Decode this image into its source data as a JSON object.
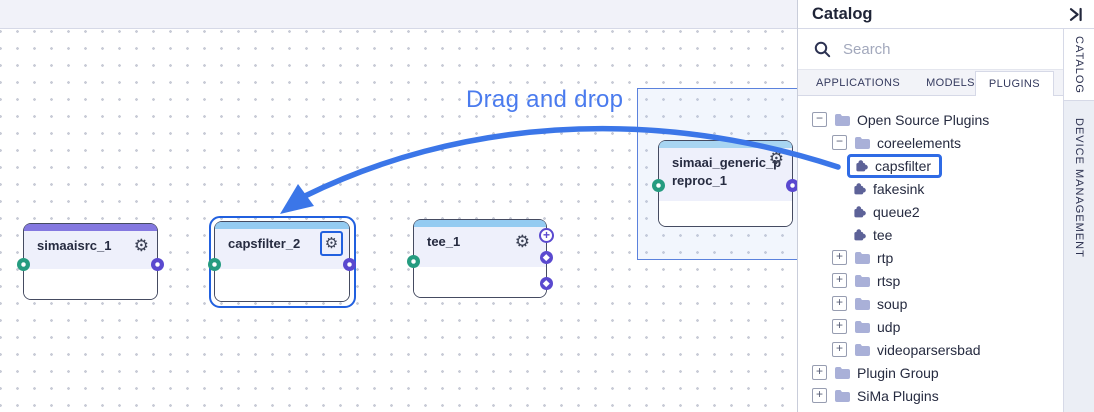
{
  "glyphs": {
    "gear": "⚙",
    "plus": "+",
    "minus": "−",
    "add_pad": "+"
  },
  "canvas": {
    "drag_hint": "Drag and drop",
    "nodes": [
      {
        "title": "simaaisrc_1",
        "selected": false
      },
      {
        "title": "capsfilter_2",
        "selected": true
      },
      {
        "title": "tee_1",
        "selected": false
      },
      {
        "title": "simaai_generic_preproc_1",
        "selected": false
      }
    ]
  },
  "catalog": {
    "title": "Catalog",
    "search_placeholder": "Search",
    "tabs": [
      {
        "label": "APPLICATIONS",
        "active": false
      },
      {
        "label": "MODELS",
        "active": false
      },
      {
        "label": "PLUGINS",
        "active": true
      }
    ],
    "tree": [
      {
        "label": "Open Source Plugins",
        "level": 0,
        "icon": "folder",
        "state": "expanded"
      },
      {
        "label": "coreelements",
        "level": 1,
        "icon": "folder",
        "state": "expanded"
      },
      {
        "label": "capsfilter",
        "level": 2,
        "icon": "plugin",
        "state": "leaf",
        "highlighted": true
      },
      {
        "label": "fakesink",
        "level": 2,
        "icon": "plugin",
        "state": "leaf"
      },
      {
        "label": "queue2",
        "level": 2,
        "icon": "plugin",
        "state": "leaf"
      },
      {
        "label": "tee",
        "level": 2,
        "icon": "plugin",
        "state": "leaf"
      },
      {
        "label": "rtp",
        "level": 1,
        "icon": "folder",
        "state": "collapsed"
      },
      {
        "label": "rtsp",
        "level": 1,
        "icon": "folder",
        "state": "collapsed"
      },
      {
        "label": "soup",
        "level": 1,
        "icon": "folder",
        "state": "collapsed"
      },
      {
        "label": "udp",
        "level": 1,
        "icon": "folder",
        "state": "collapsed"
      },
      {
        "label": "videoparsersbad",
        "level": 1,
        "icon": "folder",
        "state": "collapsed"
      },
      {
        "label": "Plugin Group",
        "level": 0,
        "icon": "folder",
        "state": "collapsed"
      },
      {
        "label": "SiMa Plugins",
        "level": 0,
        "icon": "folder",
        "state": "collapsed"
      }
    ]
  },
  "side_tabs": [
    {
      "label": "CATALOG",
      "active": true
    },
    {
      "label": "DEVICE MANAGEMENT",
      "active": false
    }
  ],
  "colors": {
    "highlight_blue": "#2f6be5",
    "arrow_blue": "#3b76e8",
    "port_green": "#259c80",
    "port_purple": "#5a49cf",
    "node_accent_purple": "#8478e0",
    "node_accent_blue": "#94cbf1"
  }
}
